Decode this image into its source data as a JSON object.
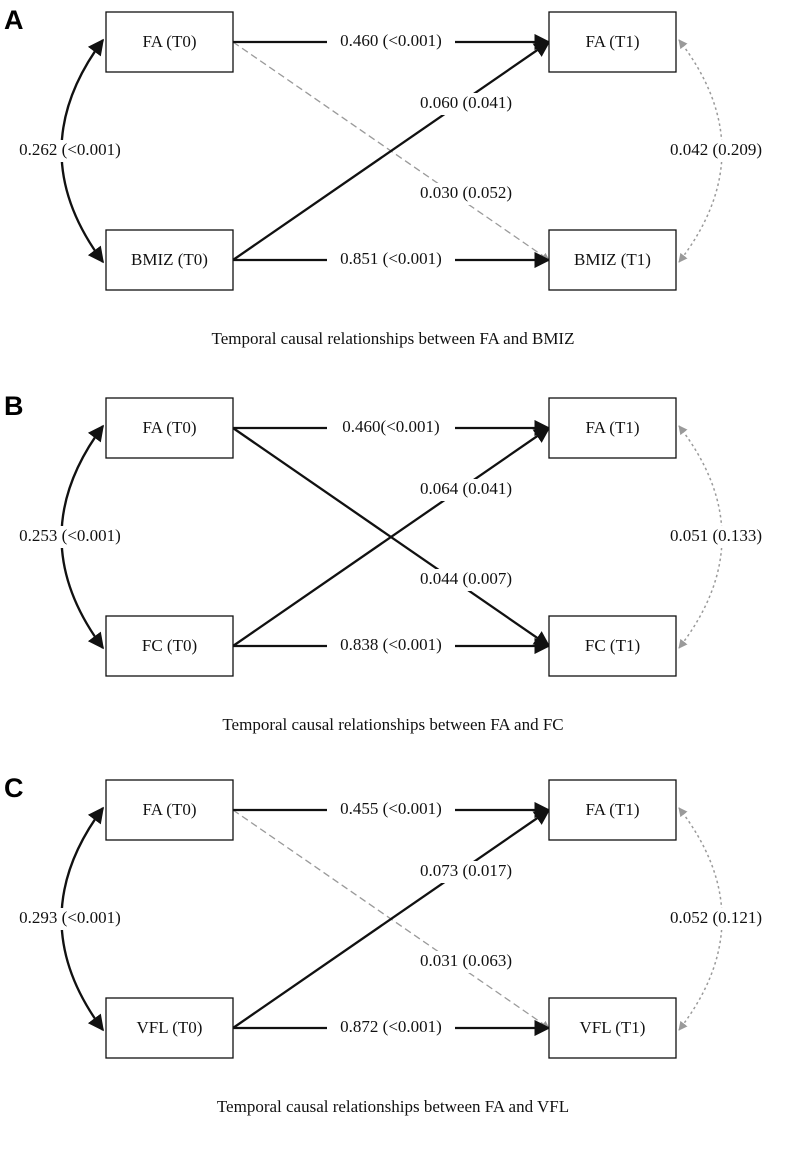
{
  "colors": {
    "significant": "#111111",
    "nonsignificant": "#9a9a9a",
    "background": "#ffffff"
  },
  "panels": [
    {
      "letter": "A",
      "caption": "Temporal causal relationships between FA and BMIZ",
      "nodes": {
        "fa_t0": "FA (T0)",
        "fa_t1": "FA (T1)",
        "x_t0": "BMIZ (T0)",
        "x_t1": "BMIZ (T1)"
      },
      "paths": {
        "fa_fa": {
          "label": "0.460 (<0.001)",
          "significant": true
        },
        "x_fa": {
          "label": "0.060 (0.041)",
          "significant": true
        },
        "fa_x": {
          "label": "0.030 (0.052)",
          "significant": false
        },
        "x_x": {
          "label": "0.851 (<0.001)",
          "significant": true
        }
      },
      "corr_t0": {
        "label": "0.262 (<0.001)",
        "significant": true
      },
      "corr_t1": {
        "label": "0.042 (0.209)",
        "significant": false
      }
    },
    {
      "letter": "B",
      "caption": "Temporal causal relationships between FA and FC",
      "nodes": {
        "fa_t0": "FA (T0)",
        "fa_t1": "FA (T1)",
        "x_t0": "FC (T0)",
        "x_t1": "FC (T1)"
      },
      "paths": {
        "fa_fa": {
          "label": "0.460(<0.001)",
          "significant": true
        },
        "x_fa": {
          "label": "0.064 (0.041)",
          "significant": true
        },
        "fa_x": {
          "label": "0.044 (0.007)",
          "significant": true
        },
        "x_x": {
          "label": "0.838 (<0.001)",
          "significant": true
        }
      },
      "corr_t0": {
        "label": "0.253 (<0.001)",
        "significant": true
      },
      "corr_t1": {
        "label": "0.051 (0.133)",
        "significant": false
      }
    },
    {
      "letter": "C",
      "caption": "Temporal causal relationships between FA and VFL",
      "nodes": {
        "fa_t0": "FA (T0)",
        "fa_t1": "FA (T1)",
        "x_t0": "VFL (T0)",
        "x_t1": "VFL (T1)"
      },
      "paths": {
        "fa_fa": {
          "label": "0.455 (<0.001)",
          "significant": true
        },
        "x_fa": {
          "label": "0.073 (0.017)",
          "significant": true
        },
        "fa_x": {
          "label": "0.031 (0.063)",
          "significant": false
        },
        "x_x": {
          "label": "0.872 (<0.001)",
          "significant": true
        }
      },
      "corr_t0": {
        "label": "0.293 (<0.001)",
        "significant": true
      },
      "corr_t1": {
        "label": "0.052 (0.121)",
        "significant": false
      }
    }
  ]
}
